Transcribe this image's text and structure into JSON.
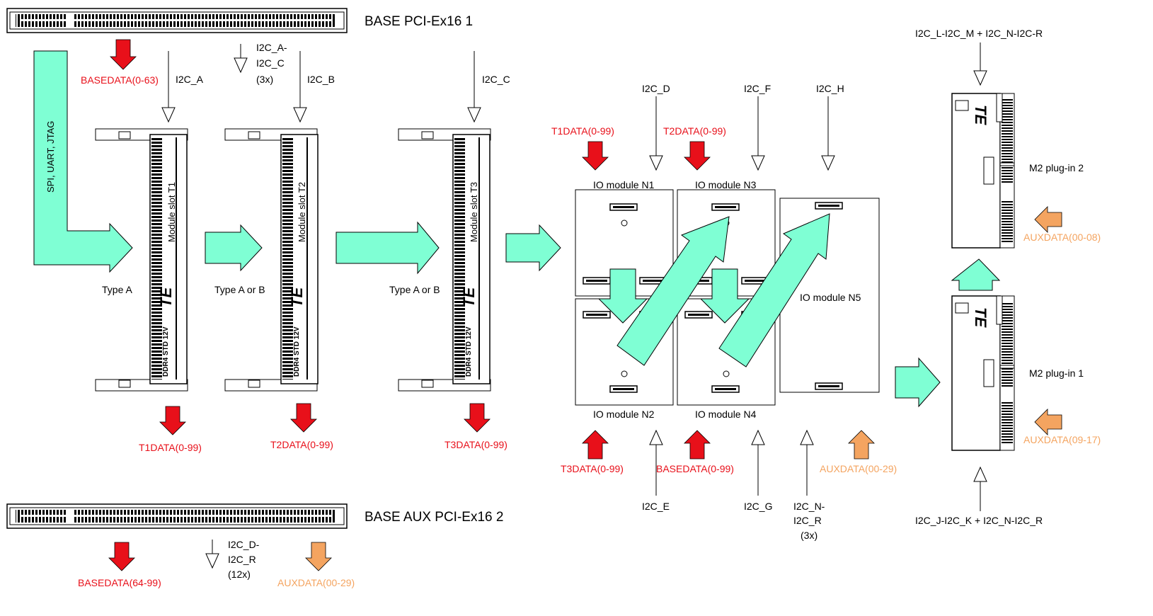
{
  "connectors": {
    "base_pci_1": "BASE PCI-Ex16 1",
    "base_aux_pci_2": "BASE AUX PCI-Ex16 2"
  },
  "signals": {
    "basedata_0_63": "BASEDATA(0-63)",
    "basedata_64_99": "BASEDATA(64-99)",
    "basedata_0_99": "BASEDATA(0-99)",
    "auxdata_00_29_bottom": "AUXDATA(00-29)",
    "auxdata_00_29_mid": "AUXDATA(00-29)",
    "auxdata_00_08": "AUXDATA(00-08)",
    "auxdata_09_17": "AUXDATA(09-17)",
    "t1data_slot": "T1DATA(0-99)",
    "t2data_slot": "T2DATA(0-99)",
    "t3data_slot": "T3DATA(0-99)",
    "t1data_io": "T1DATA(0-99)",
    "t2data_io": "T2DATA(0-99)",
    "t3data_io": "T3DATA(0-99)",
    "spi_uart_jtag": "SPI, UART, JTAG"
  },
  "i2c": {
    "a": "I2C_A",
    "b": "I2C_B",
    "c": "I2C_C",
    "d": "I2C_D",
    "e": "I2C_E",
    "f": "I2C_F",
    "g": "I2C_G",
    "h": "I2C_H",
    "a_c_line1": "I2C_A-",
    "a_c_line2": "I2C_C",
    "a_c_line3": "(3x)",
    "d_r_line1": "I2C_D-",
    "d_r_line2": "I2C_R",
    "d_r_line3": "(12x)",
    "n_r_line1": "I2C_N-",
    "n_r_line2": "I2C_R",
    "n_r_line3": "(3x)",
    "l_m_n_r": "I2C_L-I2C_M + I2C_N-I2C-R",
    "j_k_n_r": "I2C_J-I2C_K + I2C_N-I2C_R"
  },
  "slots": {
    "t1": "Module slot T1",
    "t2": "Module slot T2",
    "t3": "Module slot T3",
    "ddr_marking": "DDR4 STD 12V",
    "logo": "TE"
  },
  "types": {
    "t1": "Type A",
    "t2": "Type A or B",
    "t3": "Type A or B"
  },
  "io_modules": {
    "n1": "IO module N1",
    "n2": "IO module N2",
    "n3": "IO module N3",
    "n4": "IO module N4",
    "n5": "IO module N5"
  },
  "m2": {
    "plugin2": "M2 plug-in 2",
    "plugin1": "M2 plug-in 1"
  },
  "colors": {
    "bus_arrow": "#7fffd4",
    "data_red": "#e8101a",
    "aux_orange": "#f4a460"
  }
}
